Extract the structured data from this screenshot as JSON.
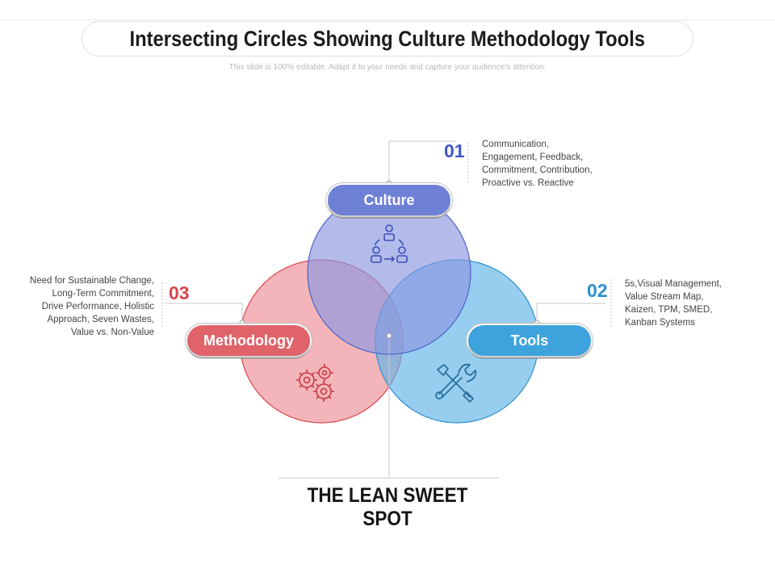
{
  "header": {
    "title": "Intersecting Circles Showing Culture Methodology Tools",
    "subtitle": "This slide is 100% editable. Adapt it to your needs and capture your audience's attention."
  },
  "circles": [
    {
      "key": "culture",
      "label": "Culture",
      "number": "01",
      "description": "Communication,\nEngagement, Feedback,\nCommitment, Contribution,\nProactive vs. Reactive",
      "color": "#6f7fd6",
      "fill": "#8a97e0",
      "number_color": "#3f58c7",
      "icon": "team-cycle-icon"
    },
    {
      "key": "tools",
      "label": "Tools",
      "number": "02",
      "description": "5s,Visual Management,\nValue Stream Map,\nKaizen, TPM, SMED,\nKanban Systems",
      "color": "#3fa6de",
      "fill": "#6fbce8",
      "number_color": "#2f8fcf",
      "icon": "wrench-screwdriver-icon"
    },
    {
      "key": "methodology",
      "label": "Methodology",
      "number": "03",
      "description": "Need for Sustainable Change,\nLong-Term Commitment,\nDrive Performance, Holistic\nApproach, Seven Wastes,\nValue vs. Non-Value",
      "color": "#e06268",
      "fill": "#ec8e93",
      "number_color": "#d8464e",
      "icon": "gears-icon"
    }
  ],
  "center_label": "THE LEAN SWEET SPOT"
}
